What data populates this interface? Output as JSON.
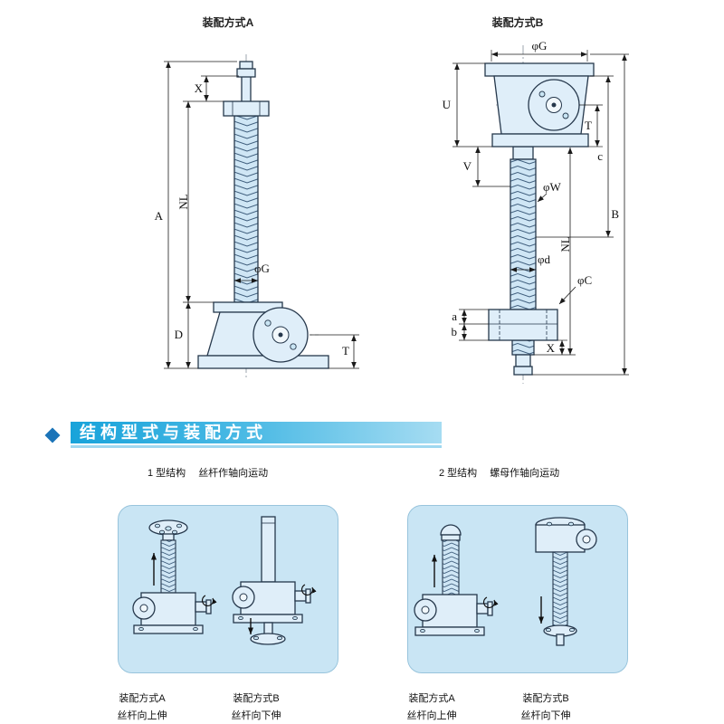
{
  "top": {
    "left_title": "装配方式A",
    "right_title": "装配方式B",
    "left_dims": {
      "A": "A",
      "NL": "NL",
      "X": "X",
      "D": "D",
      "G": "φG",
      "T": "T"
    },
    "right_dims": {
      "G": "φG",
      "U": "U",
      "V": "V",
      "T": "T",
      "c": "c",
      "B": "B",
      "NL": "NL",
      "W": "φW",
      "d": "φd",
      "C": "φC",
      "a": "a",
      "b": "b",
      "X": "X"
    }
  },
  "banner": {
    "title": "结构型式与装配方式",
    "bar_color": "#18a3da",
    "underline_color": "#9fd8f0",
    "diamond_color": "#1b74b8"
  },
  "types": {
    "type1": {
      "num": "1 型结构",
      "desc": "丝杆作轴向运动"
    },
    "type2": {
      "num": "2 型结构",
      "desc": "螺母作轴向运动"
    }
  },
  "captions": {
    "t1a": {
      "line1": "装配方式A",
      "line2": "丝杆向上伸"
    },
    "t1b": {
      "line1": "装配方式B",
      "line2": "丝杆向下伸"
    },
    "t2a": {
      "line1": "装配方式A",
      "line2": "丝杆向上伸"
    },
    "t2b": {
      "line1": "装配方式B",
      "line2": "丝杆向下伸"
    }
  },
  "colors": {
    "box_fill": "#c9e5f4",
    "part_fill": "#dfeef9",
    "line": "#26384c"
  }
}
